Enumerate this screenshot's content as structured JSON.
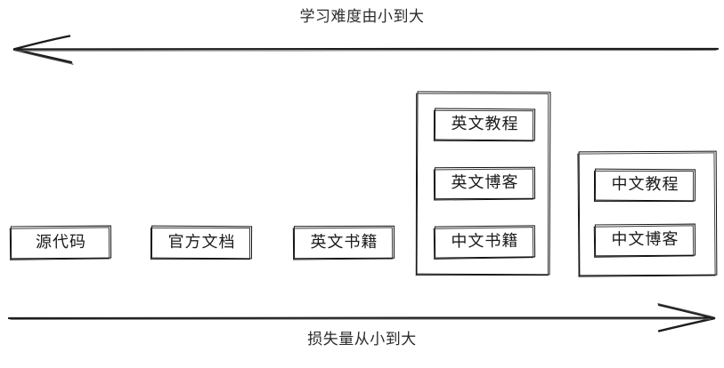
{
  "diagram": {
    "title_top": "学习难度由小到大",
    "title_bottom": "损失量从小到大",
    "top_axis_direction": "left",
    "bottom_axis_direction": "right",
    "stroke_color": "#111111",
    "background_color": "#ffffff",
    "text_color": "#1a1a1a"
  },
  "nodes": [
    {
      "id": "source-code",
      "label": "源代码"
    },
    {
      "id": "official-docs",
      "label": "官方文档"
    },
    {
      "id": "english-books",
      "label": "英文书籍"
    }
  ],
  "groups": [
    {
      "id": "english-group",
      "items": [
        {
          "id": "english-tutorial",
          "label": "英文教程"
        },
        {
          "id": "english-blog",
          "label": "英文博客"
        },
        {
          "id": "chinese-books",
          "label": "中文书籍"
        }
      ]
    },
    {
      "id": "chinese-group",
      "items": [
        {
          "id": "chinese-tutorial",
          "label": "中文教程"
        },
        {
          "id": "chinese-blog",
          "label": "中文博客"
        }
      ]
    }
  ]
}
